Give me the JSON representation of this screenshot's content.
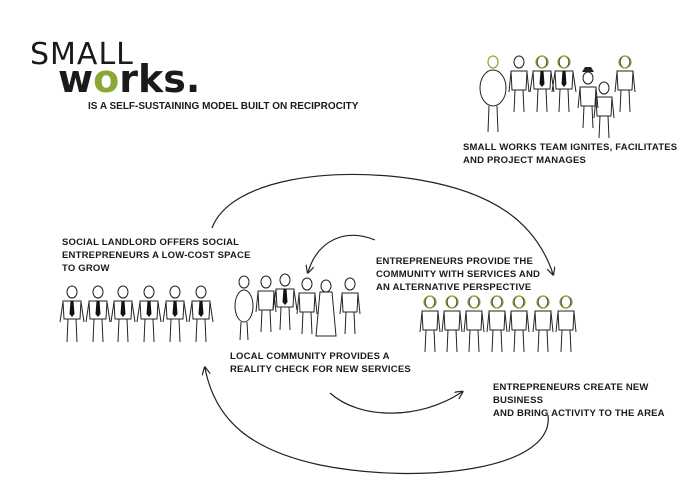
{
  "logo": {
    "line1": "SMALL",
    "line2_pre": "w",
    "line2_o": "o",
    "line2_post": "rks.",
    "accent": "#8aa834"
  },
  "subtitle": "IS A SELF-SUSTAINING MODEL BUILT ON RECIPROCITY",
  "captions": {
    "team": [
      "SMALL WORKS TEAM IGNITES, FACILITATES",
      "AND PROJECT MANAGES"
    ],
    "landlord": [
      "SOCIAL LANDLORD OFFERS SOCIAL",
      "ENTREPRENEURS A LOW-COST SPACE",
      "TO GROW"
    ],
    "provide": [
      "ENTREPRENEURS PROVIDE THE",
      "COMMUNITY WITH SERVICES AND",
      "AN ALTERNATIVE PERSPECTIVE"
    ],
    "community": [
      "LOCAL COMMUNITY PROVIDES A",
      "REALITY CHECK FOR NEW SERVICES"
    ],
    "create": [
      "ENTREPRENEURS CREATE NEW BUSINESS",
      "AND BRING ACTIVITY TO THE AREA"
    ]
  }
}
